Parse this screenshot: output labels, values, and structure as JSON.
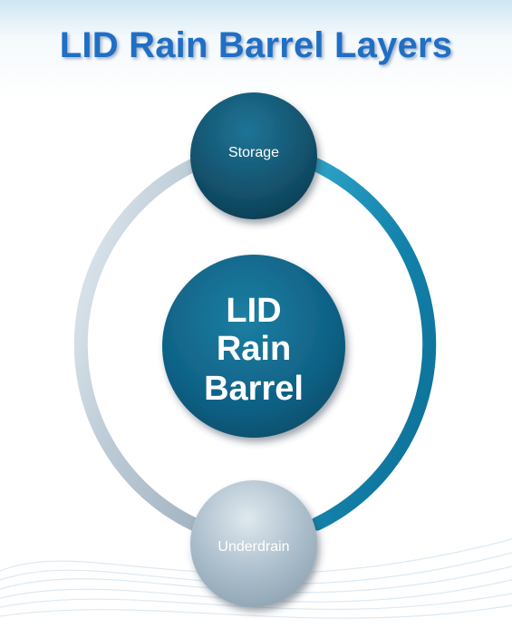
{
  "title": "LID Rain Barrel Layers",
  "center": {
    "label_line1": "LID",
    "label_line2": "Rain",
    "label_line3": "Barrel"
  },
  "nodes": {
    "storage": "Storage",
    "underdrain": "Underdrain"
  },
  "colors": {
    "title": "#1f6fc4",
    "center_fill": "#0f5f7e",
    "storage_fill": "#12536d",
    "underdrain_fill": "#a9bcc9",
    "ring_right": "#1b88b0",
    "ring_left": "#c8d6df"
  }
}
